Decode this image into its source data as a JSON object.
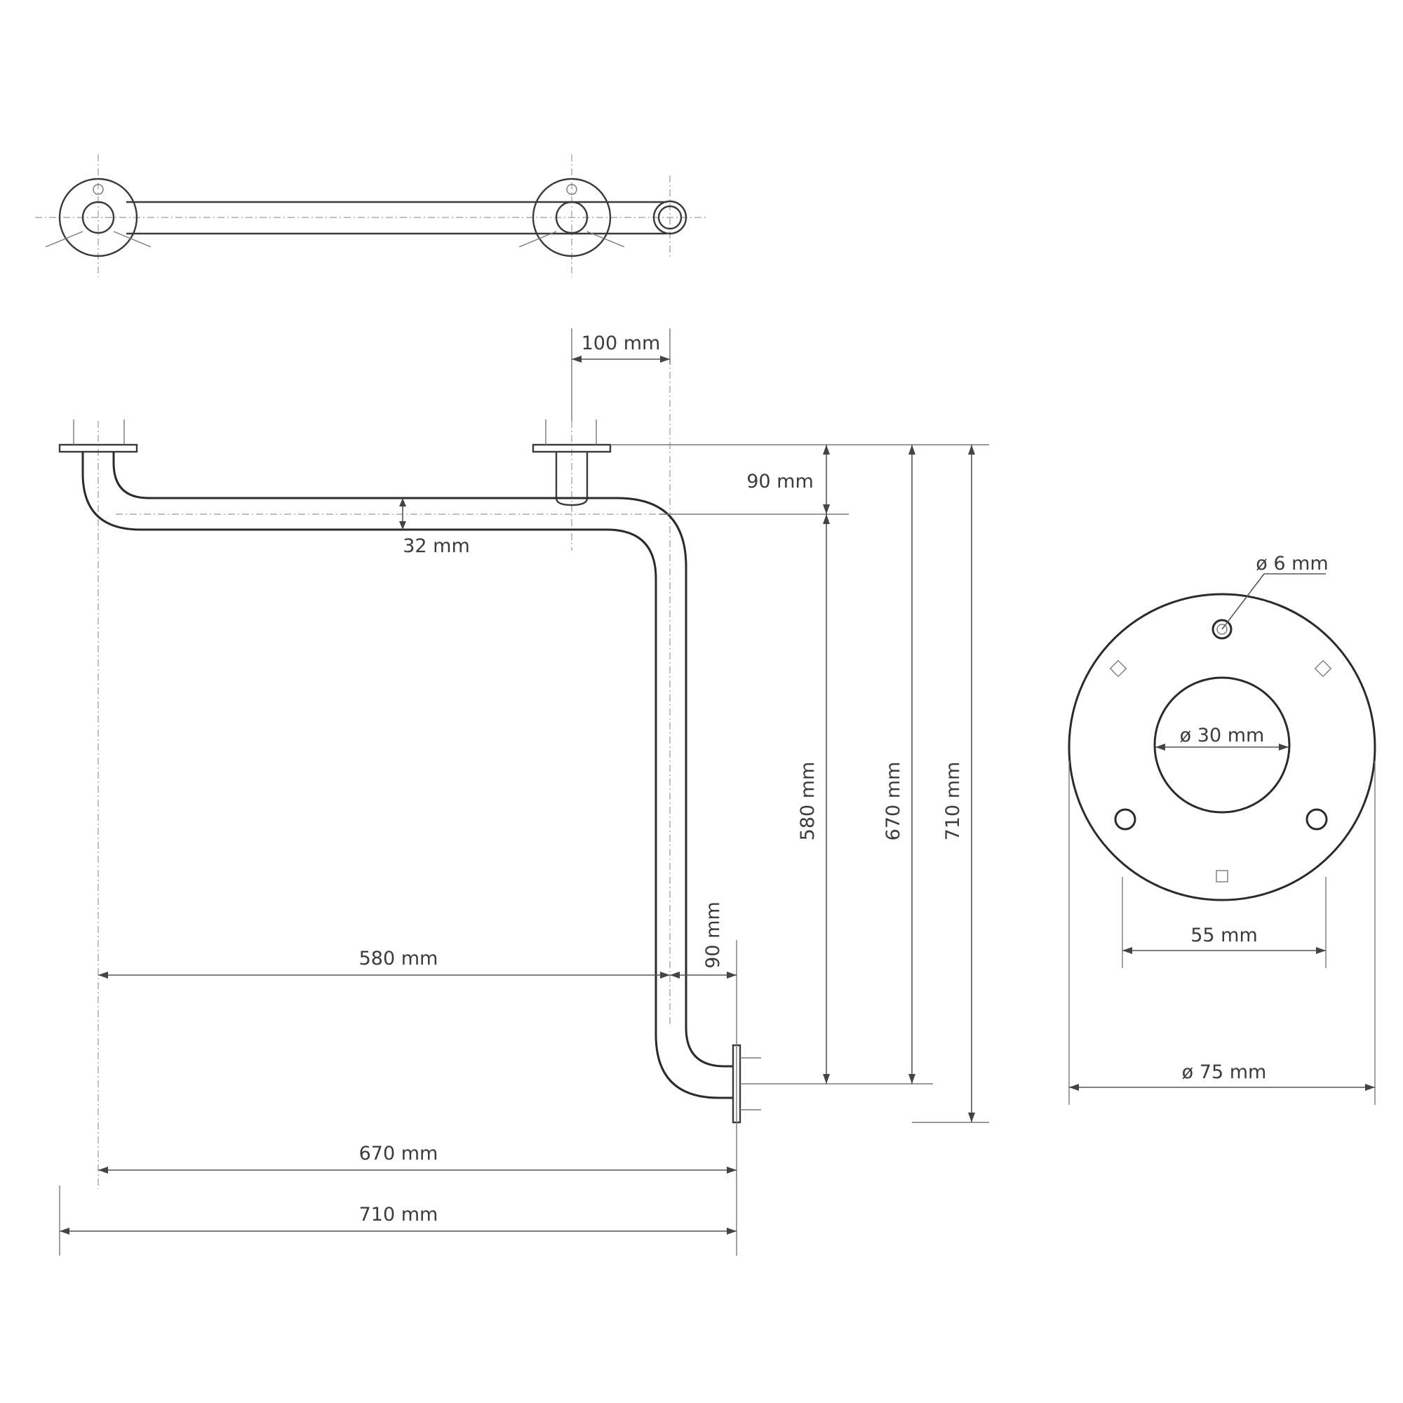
{
  "dimensions": {
    "top_offset": "100 mm",
    "upper_drop": "90 mm",
    "tube_diameter": "32 mm",
    "height_inner": "580 mm",
    "height_mid": "670 mm",
    "height_outer": "710 mm",
    "width_inner": "580 mm",
    "lower_offset": "90 mm",
    "width_mid": "670 mm",
    "width_outer": "710 mm"
  },
  "flange_detail": {
    "hole_diameter": "ø 6 mm",
    "center_diameter": "ø 30 mm",
    "hole_spacing": "55 mm",
    "outer_diameter": "ø 75 mm"
  },
  "colors": {
    "line": "#3a3a3a",
    "background": "#ffffff"
  }
}
